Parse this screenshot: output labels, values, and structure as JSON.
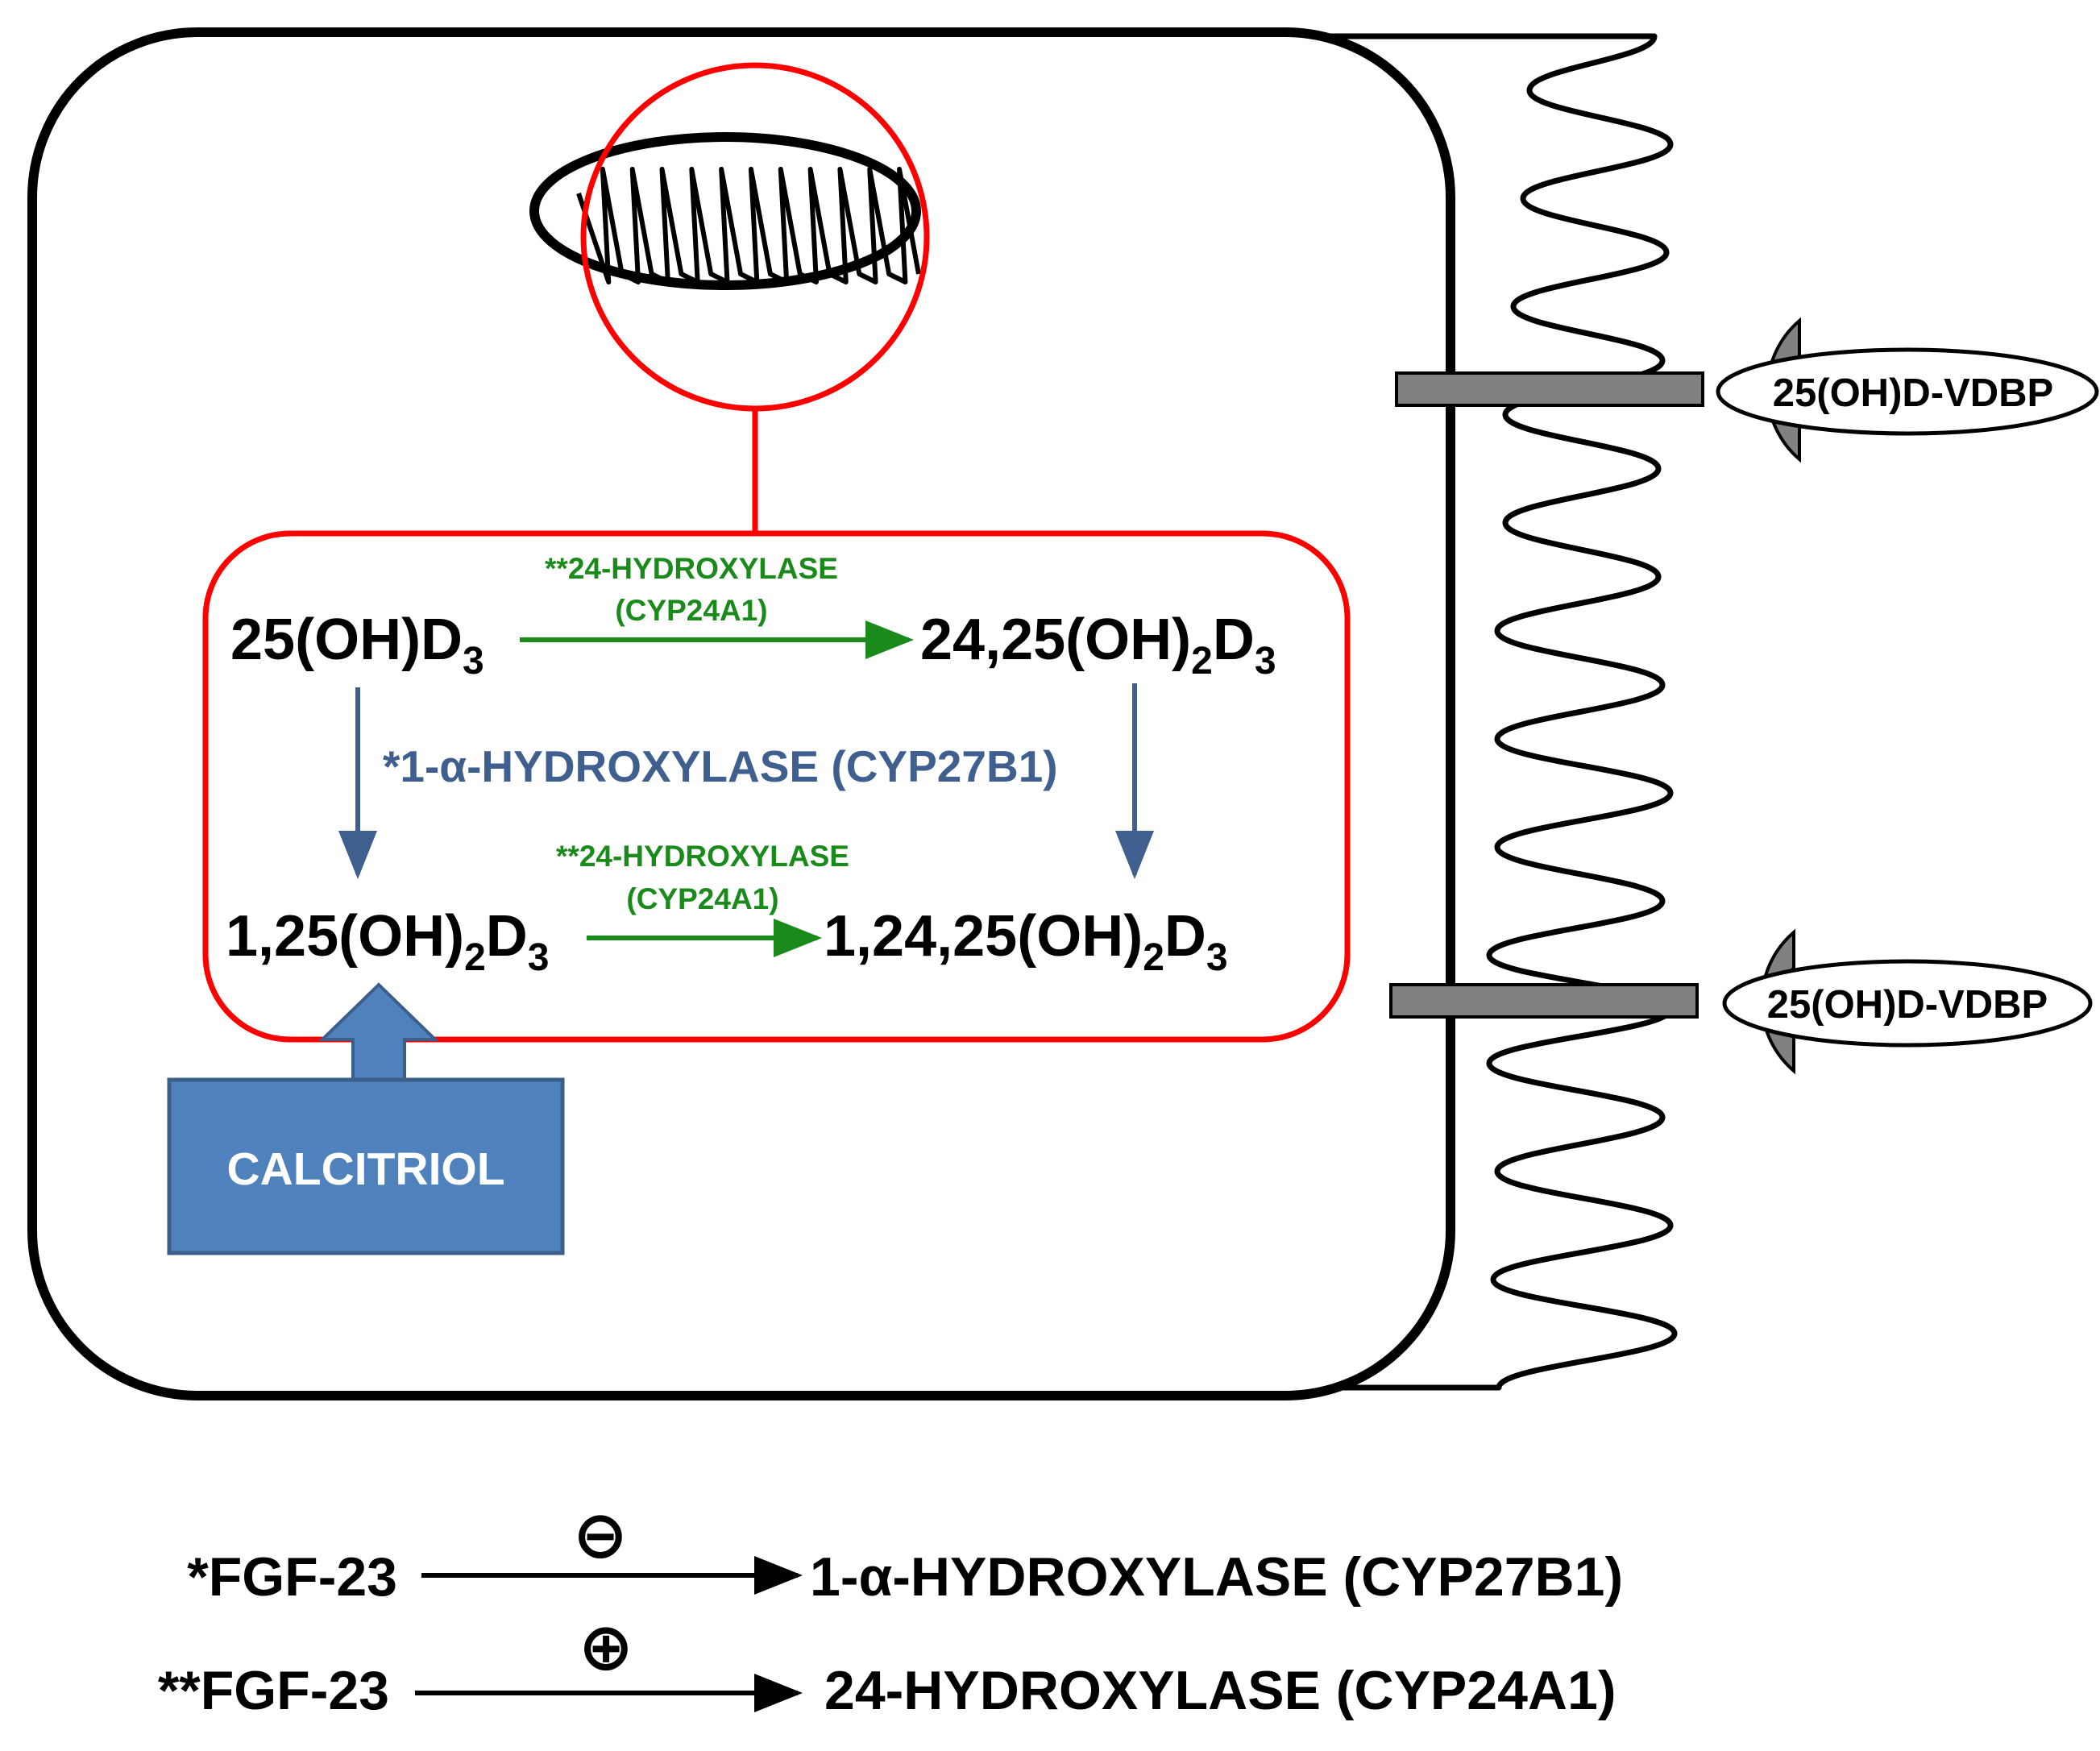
{
  "pathway": {
    "compound_25ohd3": {
      "base": "25(OH)D",
      "sub": "3"
    },
    "compound_24_25": {
      "base": "24,25(OH)",
      "sub1": "2",
      "mid": "D",
      "sub2": "3"
    },
    "compound_1_25": {
      "base": "1,25(OH)",
      "sub1": "2",
      "mid": "D",
      "sub2": "3"
    },
    "compound_1_24_25": {
      "base": "1,24,25(OH)",
      "sub1": "2",
      "mid": "D",
      "sub2": "3"
    },
    "enzyme_top": {
      "line1": "**24-HYDROXYLASE",
      "line2": "(CYP24A1)"
    },
    "enzyme_bottom": {
      "line1": "**24-HYDROXYLASE",
      "line2": "(CYP24A1)"
    },
    "enzyme_middle": "*1-α-HYDROXYLASE (CYP27B1)"
  },
  "receptors": [
    {
      "label": "25(OH)D-VDBP"
    },
    {
      "label": "25(OH)D-VDBP"
    }
  ],
  "calcitriol": {
    "label": "CALCITRIOL"
  },
  "legend": [
    {
      "source": "*FGF-23",
      "effect_symbol": "⊖",
      "target": "1-α-HYDROXYLASE (CYP27B1)"
    },
    {
      "source": "**FGF-23",
      "effect_symbol": "⊕",
      "target": "24-HYDROXYLASE (CYP24A1)"
    }
  ],
  "colors": {
    "cell_outline": "#000000",
    "highlight_red": "#ff0000",
    "green_arrow": "#1a8a1a",
    "blue_arrow": "#3f5f8f",
    "calcitriol_fill": "#4f81bd",
    "receptor_gray": "#808080"
  }
}
